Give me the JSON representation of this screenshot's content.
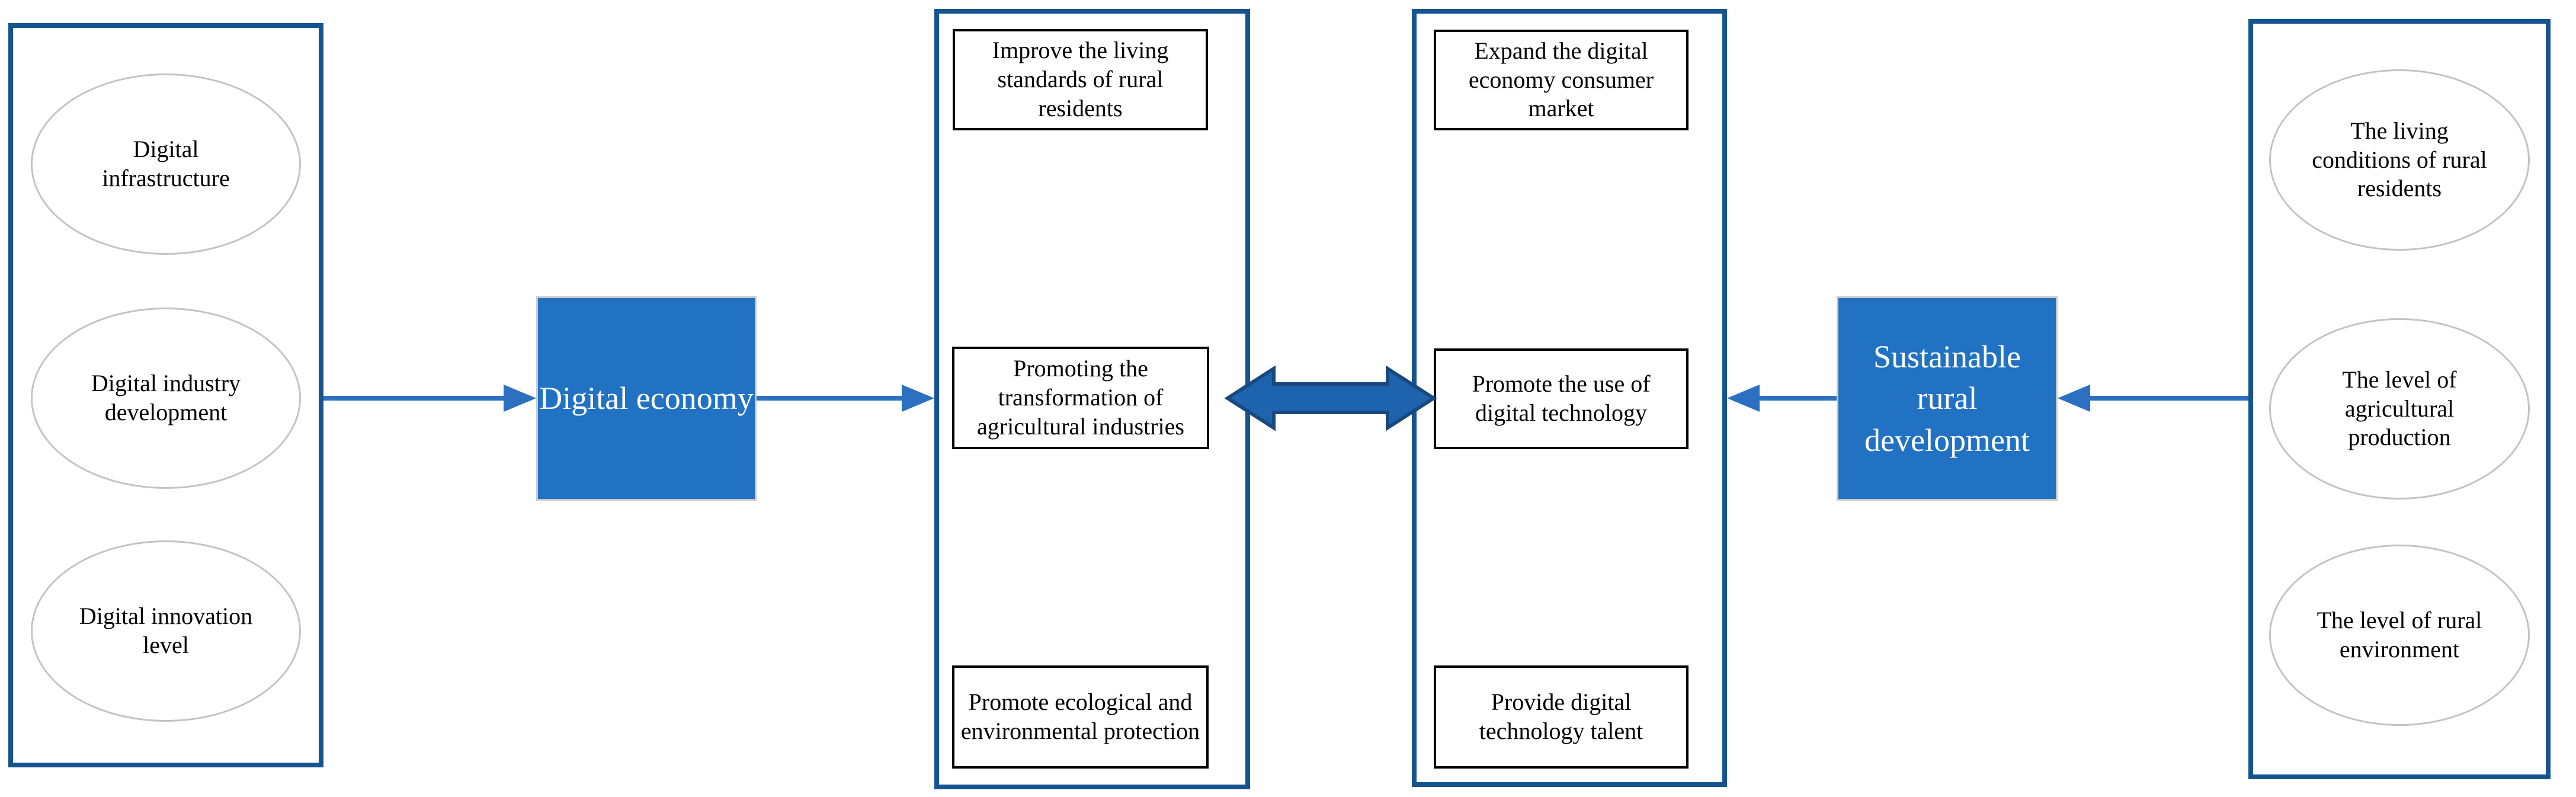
{
  "colors": {
    "panel_border": "#15548F",
    "node_fill": "#2272C4",
    "node_outline": "#C9C9C9",
    "arrow": "#2B70C1",
    "thick_arrow_fill": "#1E63AE",
    "thick_arrow_border": "#17497E",
    "ellipse_border": "#C3C3C3",
    "inner_box_border": "#000000",
    "text": "#000000",
    "node_text": "#FFFFFF",
    "background": "#FFFFFF"
  },
  "diagram": {
    "digital_economy_dimensions": {
      "items": [
        "Digital infrastructure",
        "Digital industry development",
        "Digital innovation level"
      ]
    },
    "digital_economy_node": {
      "label": "Digital economy"
    },
    "economy_effects": {
      "items": [
        "Improve the living standards of rural residents",
        "Promoting the transformation of agricultural industries",
        "Promote ecological and environmental protection"
      ]
    },
    "rural_effects": {
      "items": [
        "Expand the digital economy consumer market",
        "Promote the use of digital technology",
        "Provide digital technology talent"
      ]
    },
    "sustainable_rural_node": {
      "label": "Sustainable rural development"
    },
    "rural_development_dimensions": {
      "items": [
        "The living conditions of rural residents",
        "The level of agricultural production",
        "The level of rural environment"
      ]
    }
  }
}
